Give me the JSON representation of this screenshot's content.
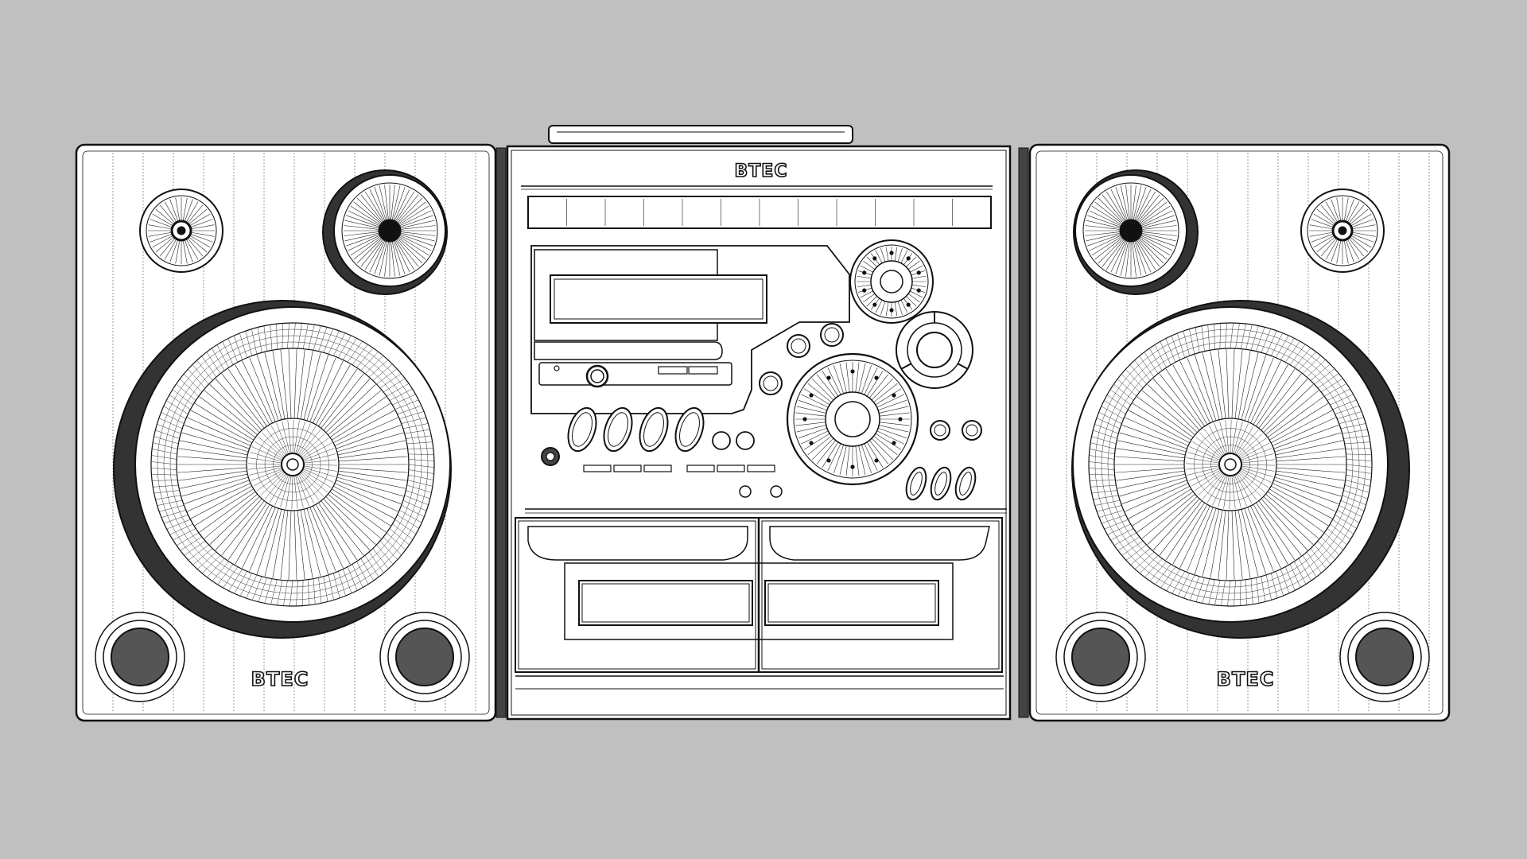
{
  "scene": {
    "background_color": "#c0c0c0",
    "line_color": "#111111",
    "body_color": "#ffffff"
  },
  "brand": {
    "unit_label": "BTEC",
    "left_speaker_label": "BTEC",
    "right_speaker_label": "BTEC"
  },
  "icons": [
    "tweeter-icon",
    "midrange-driver-icon",
    "woofer-icon",
    "bass-port-icon",
    "volume-knob-icon",
    "jog-dial-icon",
    "cassette-deck-icon"
  ]
}
